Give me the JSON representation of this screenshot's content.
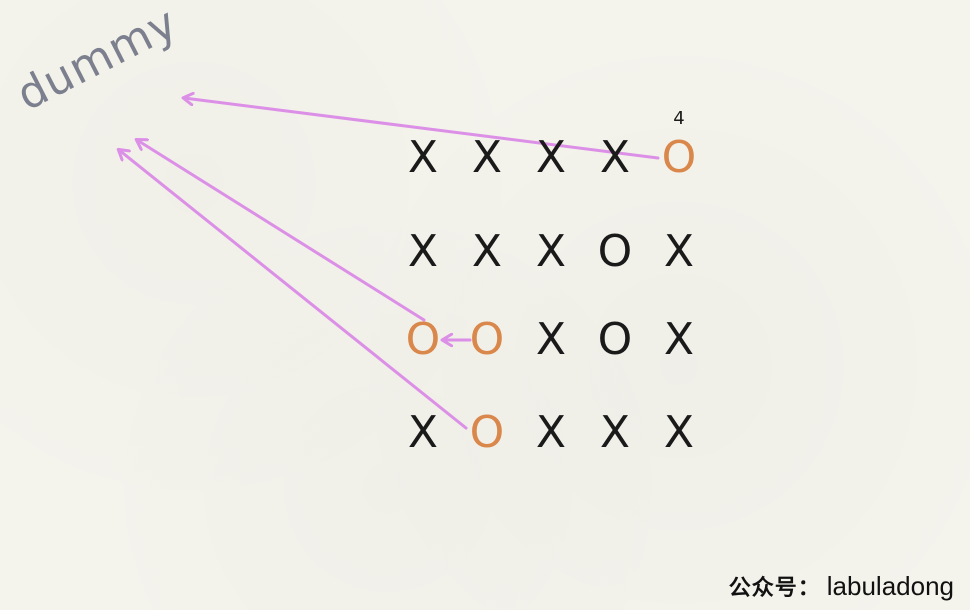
{
  "dummy_label": "dummy",
  "cell_annotation": "4",
  "grid": [
    [
      "X",
      "X",
      "X",
      "X",
      "O"
    ],
    [
      "X",
      "X",
      "X",
      "O",
      "X"
    ],
    [
      "O",
      "O",
      "X",
      "O",
      "X"
    ],
    [
      "X",
      "O",
      "X",
      "X",
      "X"
    ]
  ],
  "highlighted_cells": [
    [
      0,
      4
    ],
    [
      2,
      0
    ],
    [
      2,
      1
    ],
    [
      3,
      1
    ]
  ],
  "watermark": {
    "mark": "公众号：",
    "name": "labuladong"
  },
  "colors": {
    "cell_text": "#1a1a1a",
    "highlight": "#d9874a",
    "arrow": "#dc8fe6",
    "dummy_text": "#7c7f8e",
    "watermark": "#111111"
  }
}
